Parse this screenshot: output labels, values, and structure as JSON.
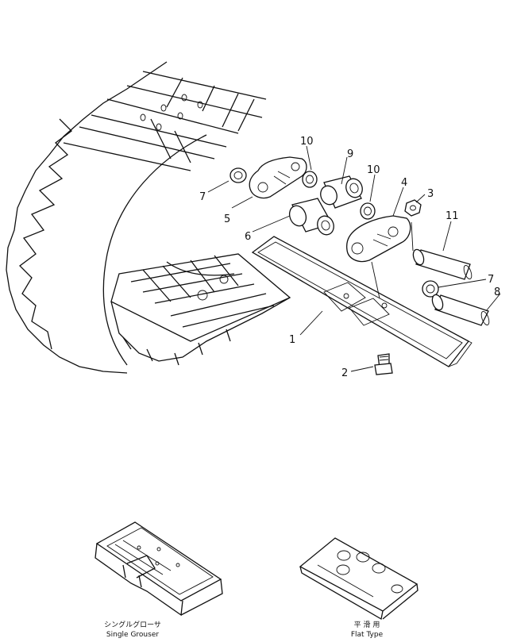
{
  "callouts": {
    "c1": "1",
    "c2": "2",
    "c3": "3",
    "c4": "4",
    "c5": "5",
    "c6": "6",
    "c7a": "7",
    "c7b": "7",
    "c8": "8",
    "c9": "9",
    "c10a": "10",
    "c10b": "10",
    "c11": "11"
  },
  "captions": {
    "single_grouser_jp": "シングルグローサ",
    "single_grouser_en": "Single Grouser",
    "flat_type_jp": "平 滑 用",
    "flat_type_en": "Flat  Type"
  }
}
